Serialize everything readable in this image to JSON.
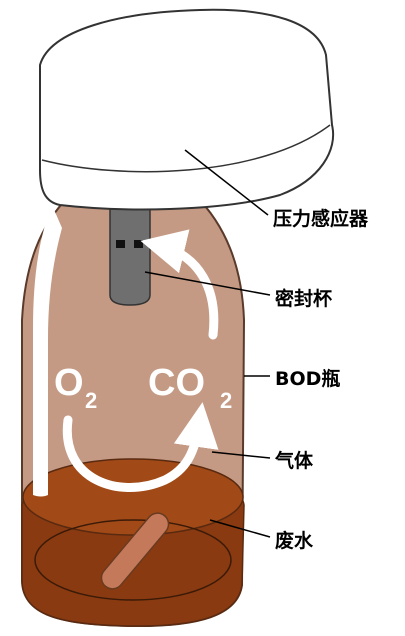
{
  "diagram": {
    "labels": {
      "pressure_sensor": "压力感应器",
      "seal_cup": "密封杯",
      "bod_bottle": "BOD瓶",
      "gas": "气体",
      "wastewater": "废水"
    },
    "gases": {
      "oxygen": {
        "symbol": "O",
        "subscript": "2"
      },
      "carbon_dioxide": {
        "symbol": "CO",
        "subscript": "2"
      }
    },
    "colors": {
      "bottle_fill": "#c59a84",
      "bottle_outline": "#5a3a2a",
      "liquid": "#8a3a10",
      "liquid_top": "#a24a17",
      "sensor_cap": "#ffffff",
      "seal_cup": "#6f6f6f",
      "stir_bar": "#c47a5a",
      "arrow": "#ffffff"
    }
  }
}
